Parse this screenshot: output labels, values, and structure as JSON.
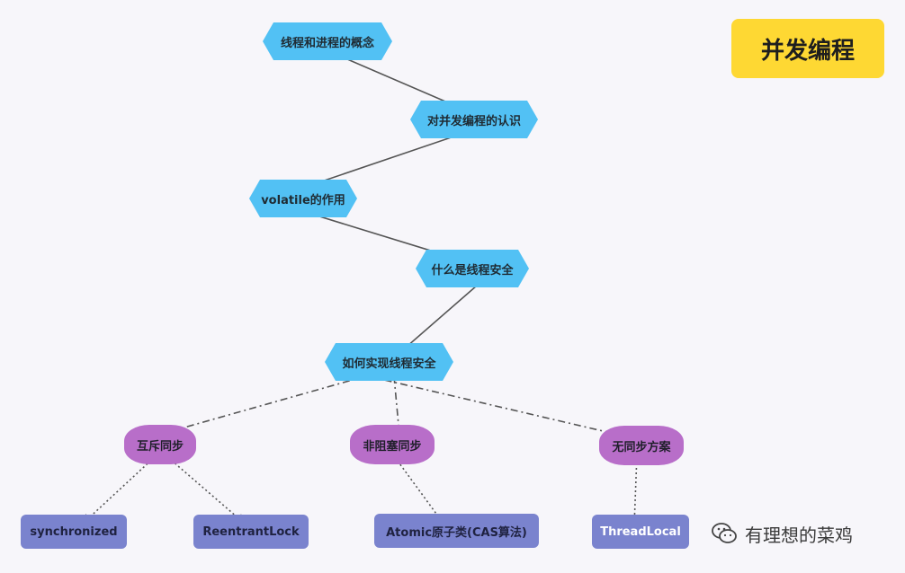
{
  "title": "并发编程",
  "nodes": {
    "concept": "线程和进程的概念",
    "understanding": "对并发编程的认识",
    "volatile": "volatile的作用",
    "thread_safety": "什么是线程安全",
    "how_safety": "如何实现线程安全"
  },
  "categories": {
    "mutex": "互斥同步",
    "nonblocking": "非阻塞同步",
    "nosync": "无同步方案"
  },
  "leaves": {
    "synchronized": "synchronized",
    "reentrant": "ReentrantLock",
    "atomic": "Atomic原子类(CAS算法)",
    "threadlocal": "ThreadLocal"
  },
  "watermark": {
    "text": "有理想的菜鸡",
    "icon": "wechat-icon"
  },
  "colors": {
    "hexagon": "#52c1f4",
    "category": "#b86ec9",
    "leaf": "#7a83ce",
    "title_box": "#fed833",
    "connector": "#555555"
  }
}
